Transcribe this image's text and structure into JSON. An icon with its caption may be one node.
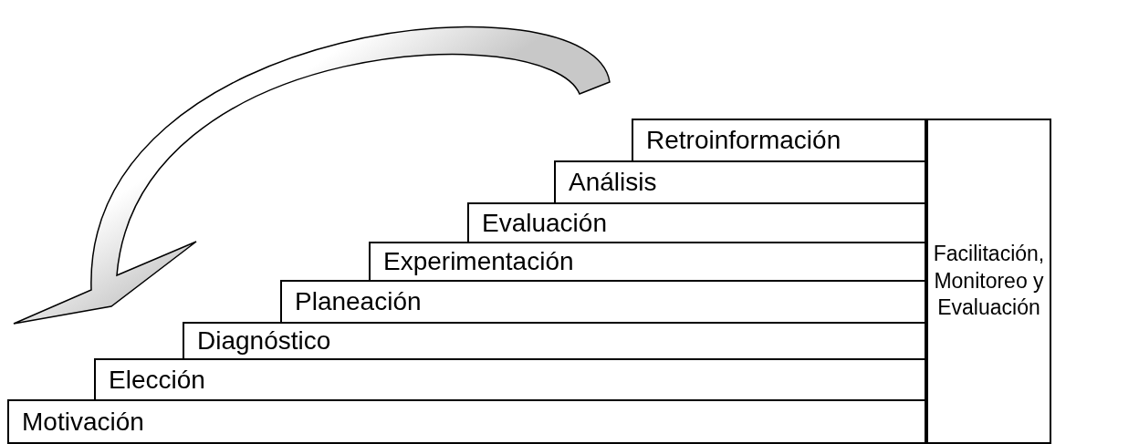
{
  "diagram": {
    "nodes": [
      {
        "text": [
          "Retroinformación"
        ]
      },
      {
        "text": [
          "Análisis"
        ]
      },
      {
        "text": [
          "Evaluación"
        ]
      },
      {
        "text": [
          "Experimentación"
        ]
      },
      {
        "text": [
          "Planeación"
        ]
      },
      {
        "text": [
          "Diagnóstico"
        ]
      },
      {
        "text": [
          "Elección"
        ]
      },
      {
        "text": [
          "Motivación"
        ]
      },
      {
        "text": [
          "Facilitación, Monitoreo y Evaluación"
        ]
      }
    ],
    "edges": []
  }
}
